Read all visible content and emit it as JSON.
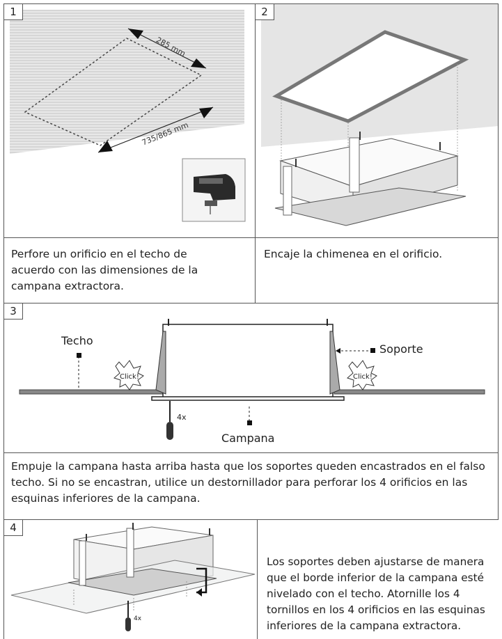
{
  "steps": [
    {
      "number": "1",
      "caption": "Perfore un orificio en el techo de acuerdo con las dimensiones de la campana extractora.",
      "dim_short": "285 mm",
      "dim_long": "735/865 mm"
    },
    {
      "number": "2",
      "caption": "Encaje la chimenea en el orificio."
    },
    {
      "number": "3",
      "caption": "Empuje la campana hasta arriba hasta que los soportes queden encastrados en el falso techo. Si no se encastran, utilice un destornillador para perforar los 4 orificios en las esquinas inferiores de la campana.",
      "label_ceiling": "Techo",
      "label_support": "Soporte",
      "label_hood": "Campana",
      "click_text": "Click!",
      "screw_count": "4x"
    },
    {
      "number": "4",
      "caption": "Los soportes deben ajustarse de manera que el borde inferior de la campana esté nivelado con el techo. Atornille los 4 tornillos en los 4 orificios en las esquinas inferiores de la campana extractora.",
      "screw_count": "4x"
    }
  ]
}
